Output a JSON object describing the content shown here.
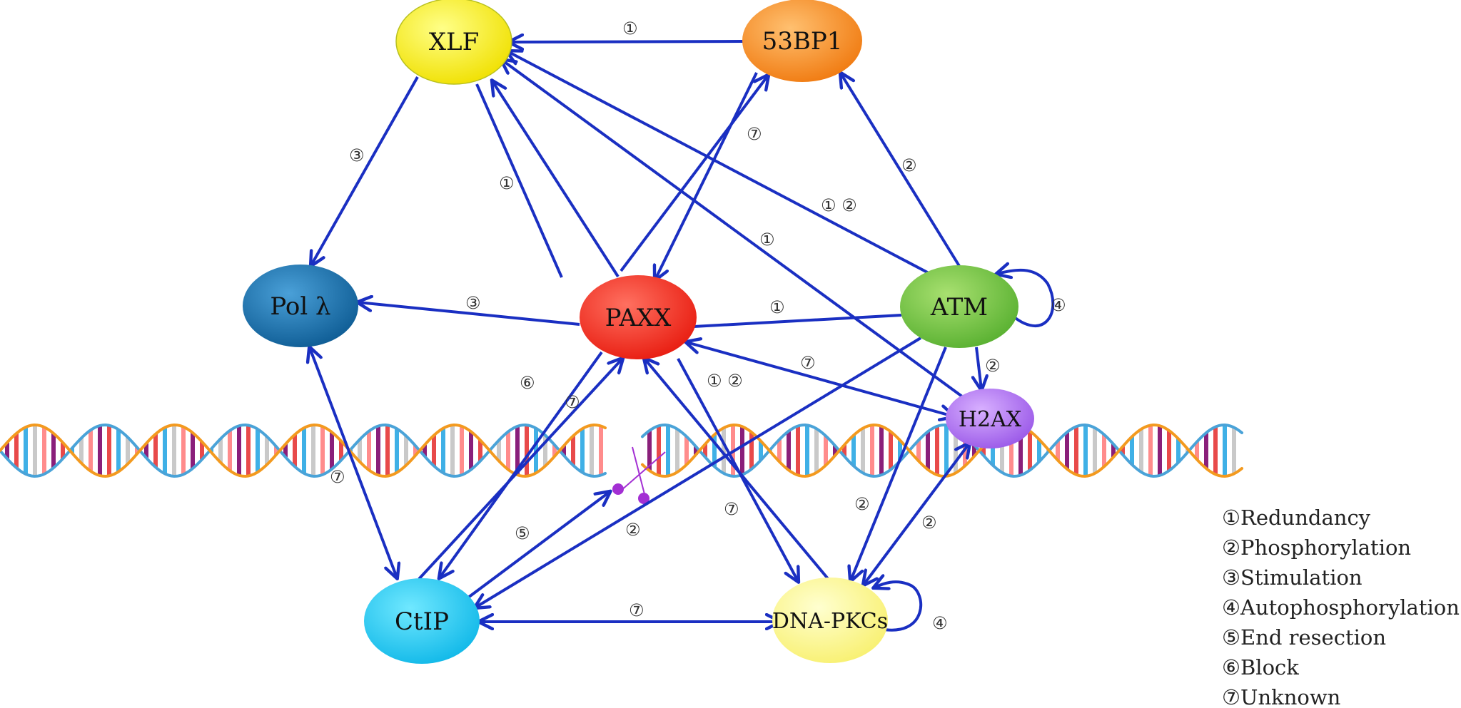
{
  "colors": {
    "edge": "#1a2fc2",
    "strand_orange": "#f39a1f",
    "strand_blue": "#4aa3d8",
    "rung_palette": [
      "#8a1f7a",
      "#e84a4a",
      "#3fb0e6",
      "#c9c9c9",
      "#ff8c8c"
    ],
    "break_mark": "#a32fd3"
  },
  "nodes": {
    "xlf": {
      "label": "XLF",
      "color_light": "#ffff88",
      "color_dark": "#f0e000"
    },
    "bp53": {
      "label": "53BP1",
      "color_light": "#ffc070",
      "color_dark": "#f07a10"
    },
    "pol": {
      "label": "Pol λ",
      "color_light": "#4aa0d8",
      "color_dark": "#0e5c94"
    },
    "paxx": {
      "label": "PAXX",
      "color_light": "#ff7060",
      "color_dark": "#e81c10"
    },
    "atm": {
      "label": "ATM",
      "color_light": "#a8e070",
      "color_dark": "#58b030"
    },
    "h2ax": {
      "label": "H2AX",
      "color_light": "#d8b0ff",
      "color_dark": "#9a58e8"
    },
    "ctip": {
      "label": "CtIP",
      "color_light": "#70e8ff",
      "color_dark": "#10b8e8"
    },
    "dnapkcs": {
      "label": "DNA-PKCs",
      "color_light": "#ffffd0",
      "color_dark": "#f8f070"
    }
  },
  "edge_numbers": {
    "xlf_53bp1": "①",
    "xlf_pol": "③",
    "paxx_xlf": "①",
    "bp53_paxx": "⑦",
    "atm_xlf": "① ②",
    "h2ax_xlf": "①",
    "atm_53bp1": "②",
    "paxx_pol": "③",
    "atm_paxx": "①",
    "atm_self": "④",
    "atm_h2ax": "②",
    "h2ax_paxx": "⑦",
    "paxx_ctip": "⑥",
    "ctip_paxx": "⑦",
    "paxx_dnapkcs": "① ②",
    "pol_ctip": "⑦",
    "ctip_break": "⑤",
    "atm_ctip": "②",
    "paxx_dnapkcs_lower": "⑦",
    "atm_dnapkcs": "②",
    "h2ax_dnapkcs": "②",
    "ctip_dnapkcs": "⑦",
    "dnapkcs_self": "④"
  },
  "legend": [
    "①Redundancy",
    "②Phosphorylation",
    "③Stimulation",
    "④Autophosphorylation",
    "⑤End resection",
    "⑥Block",
    "⑦Unknown"
  ]
}
